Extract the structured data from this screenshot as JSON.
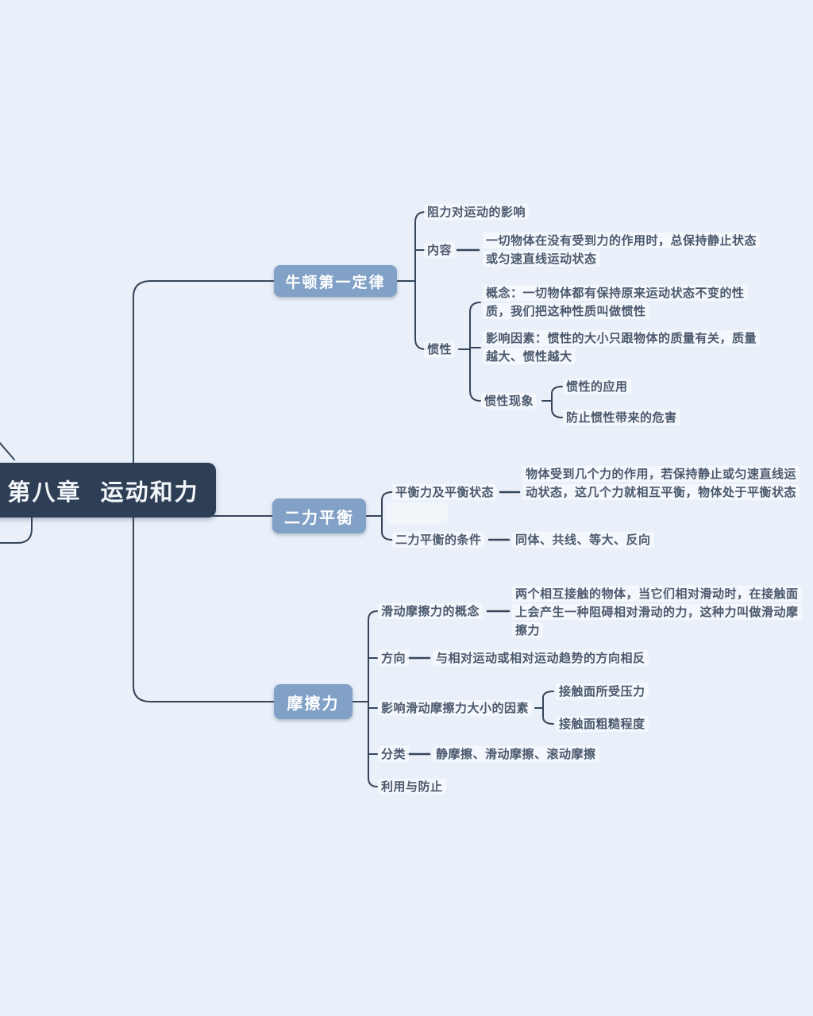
{
  "colors": {
    "background": "#e9f0f9",
    "root_box": "#2e3f55",
    "branch_box": "#81a1c6",
    "connector_line": "#36455a",
    "leaf_text": "#4c5a6e"
  },
  "root": {
    "label": "第八章  运动和力"
  },
  "newton": {
    "label": "牛顿第一定律",
    "drag_effect": "阻力对运动的影响",
    "content_label": "内容",
    "content_text": "一切物体在没有受到力的作用时，总保持静止状态或匀速直线运动状态",
    "inertia_label": "惯性",
    "inertia_concept": "概念：一切物体都有保持原来运动状态不变的性质，我们把这种性质叫做惯性",
    "inertia_factor": "影响因素：惯性的大小只跟物体的质量有关，质量越大、惯性越大",
    "phenomena_label": "惯性现象",
    "phenomena_application": "惯性的应用",
    "phenomena_prevention": "防止惯性带来的危害"
  },
  "balance": {
    "label": "二力平衡",
    "state_label": "平衡力及平衡状态",
    "state_text": "物体受到几个力的作用，若保持静止或匀速直线运动状态，这几个力就相互平衡，物体处于平衡状态",
    "condition_label": "二力平衡的条件",
    "condition_text": "同体、共线、等大、反向"
  },
  "friction": {
    "label": "摩擦力",
    "concept_label": "滑动摩擦力的概念",
    "concept_text": "两个相互接触的物体，当它们相对滑动时，在接触面上会产生一种阻碍相对滑动的力，这种力叫做滑动摩擦力",
    "direction_label": "方向",
    "direction_text": "与相对运动或相对运动趋势的方向相反",
    "factors_label": "影响滑动摩擦力大小的因素",
    "factor_pressure": "接触面所受压力",
    "factor_roughness": "接触面粗糙程度",
    "category_label": "分类",
    "category_text": "静摩擦、滑动摩擦、滚动摩擦",
    "usage_label": "利用与防止"
  }
}
